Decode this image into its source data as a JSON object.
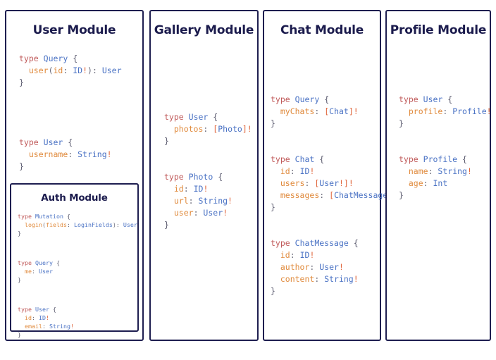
{
  "page": {
    "background": "#ffffff",
    "border_color": "#1e1e50",
    "title_color": "#1b1b4d"
  },
  "syntax_colors": {
    "keyword": "#c05a5a",
    "type": "#4a72c4",
    "field": "#e08a3c",
    "punctuation": "#6b6b7a",
    "bang": "#e0663c"
  },
  "cards": [
    {
      "id": "user",
      "title": "User Module",
      "code": [
        {
          "kw": "type",
          "name": "Query",
          "brace": "{"
        },
        {
          "indent": 1,
          "field": "user",
          "args": "(id: ID!)",
          "sep": ":",
          "type": " User"
        },
        {
          "close": "}"
        },
        {
          "blank": true
        },
        {
          "blank": true
        },
        {
          "kw": "type",
          "name": "User",
          "brace": "{"
        },
        {
          "indent": 1,
          "field": "username",
          "sep": ":",
          "type": " String!"
        },
        {
          "close": "}"
        }
      ],
      "nested": {
        "id": "auth",
        "title": "Auth Module",
        "code": [
          {
            "kw": "type",
            "name": "Mutation",
            "brace": "{"
          },
          {
            "indent": 1,
            "field": "login",
            "args": "(fields: LoginFields)",
            "sep": ":",
            "type": " User"
          },
          {
            "close": "}"
          },
          {
            "blank": true
          },
          {
            "kw": "type",
            "name": "Query",
            "brace": "{"
          },
          {
            "indent": 1,
            "field": "me",
            "sep": ":",
            "type": " User"
          },
          {
            "close": "}"
          },
          {
            "blank": true
          },
          {
            "kw": "type",
            "name": "User",
            "brace": "{"
          },
          {
            "indent": 1,
            "field": "id",
            "sep": ":",
            "type": " ID!"
          },
          {
            "indent": 1,
            "field": "email",
            "sep": ":",
            "type": " String!"
          },
          {
            "close": "}"
          }
        ]
      }
    },
    {
      "id": "gallery",
      "title": "Gallery Module",
      "code": [
        {
          "kw": "type",
          "name": "User",
          "brace": "{"
        },
        {
          "indent": 1,
          "field": "photos",
          "sep": ":",
          "type": " [Photo]!"
        },
        {
          "close": "}"
        },
        {
          "blank": true
        },
        {
          "kw": "type",
          "name": "Photo",
          "brace": "{"
        },
        {
          "indent": 1,
          "field": "id",
          "sep": ":",
          "type": " ID!"
        },
        {
          "indent": 1,
          "field": "url",
          "sep": ":",
          "type": " String!"
        },
        {
          "indent": 1,
          "field": "user",
          "sep": ":",
          "type": " User!"
        },
        {
          "close": "}"
        }
      ]
    },
    {
      "id": "chat",
      "title": "Chat Module",
      "code": [
        {
          "kw": "type",
          "name": "Query",
          "brace": "{"
        },
        {
          "indent": 1,
          "field": "myChats",
          "sep": ":",
          "type": " [Chat]!"
        },
        {
          "close": "}"
        },
        {
          "blank": true
        },
        {
          "kw": "type",
          "name": "Chat",
          "brace": "{"
        },
        {
          "indent": 1,
          "field": "id",
          "sep": ":",
          "type": " ID!"
        },
        {
          "indent": 1,
          "field": "users",
          "sep": ":",
          "type": " [User!]!"
        },
        {
          "indent": 1,
          "field": "messages",
          "sep": ":",
          "type": " [ChatMessage]!"
        },
        {
          "close": "}"
        },
        {
          "blank": true
        },
        {
          "kw": "type",
          "name": "ChatMessage",
          "brace": "{"
        },
        {
          "indent": 1,
          "field": "id",
          "sep": ":",
          "type": " ID!"
        },
        {
          "indent": 1,
          "field": "author",
          "sep": ":",
          "type": " User!"
        },
        {
          "indent": 1,
          "field": "content",
          "sep": ":",
          "type": " String!"
        },
        {
          "close": "}"
        }
      ]
    },
    {
      "id": "profile",
      "title": "Profile Module",
      "code": [
        {
          "kw": "type",
          "name": "User",
          "brace": "{"
        },
        {
          "indent": 1,
          "field": "profile",
          "sep": ":",
          "type": " Profile!"
        },
        {
          "close": "}"
        },
        {
          "blank": true
        },
        {
          "kw": "type",
          "name": "Profile",
          "brace": "{"
        },
        {
          "indent": 1,
          "field": "name",
          "sep": ":",
          "type": " String!"
        },
        {
          "indent": 1,
          "field": "age",
          "sep": ":",
          "type": " Int"
        },
        {
          "close": "}"
        }
      ]
    }
  ]
}
